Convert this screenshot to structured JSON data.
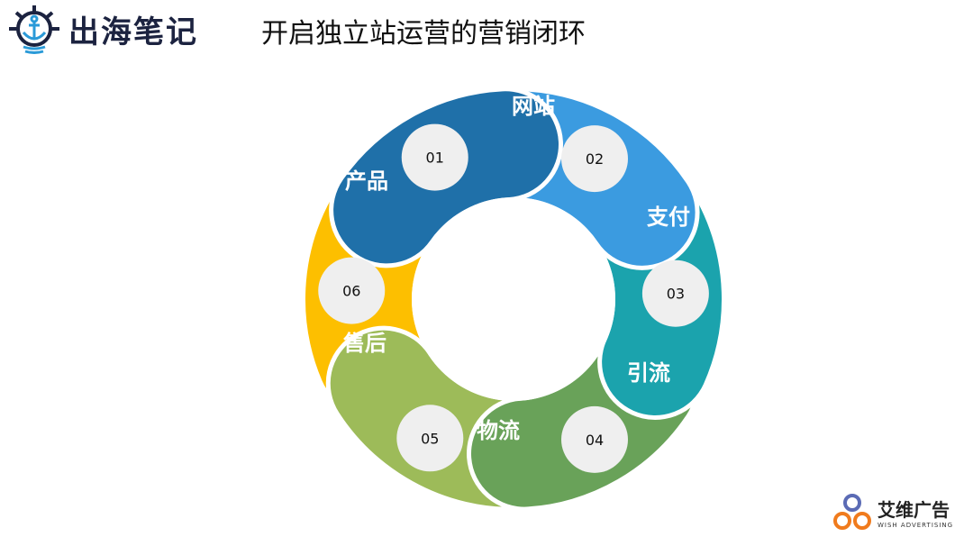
{
  "header": {
    "logo_text": "出海笔记",
    "title": "开启独立站运营的营销闭环"
  },
  "segments": [
    {
      "num": "01",
      "label": "产品",
      "color": "#1f70a9"
    },
    {
      "num": "02",
      "label": "网站",
      "color": "#3b9be0"
    },
    {
      "num": "03",
      "label": "支付",
      "color": "#1ba3ad"
    },
    {
      "num": "04",
      "label": "引流",
      "color": "#69a259"
    },
    {
      "num": "05",
      "label": "物流",
      "color": "#9dbb59"
    },
    {
      "num": "06",
      "label": "售后",
      "color": "#fdbf00"
    }
  ],
  "brand": {
    "name": "艾维广告",
    "sub": "WISH ADVERTISING"
  }
}
